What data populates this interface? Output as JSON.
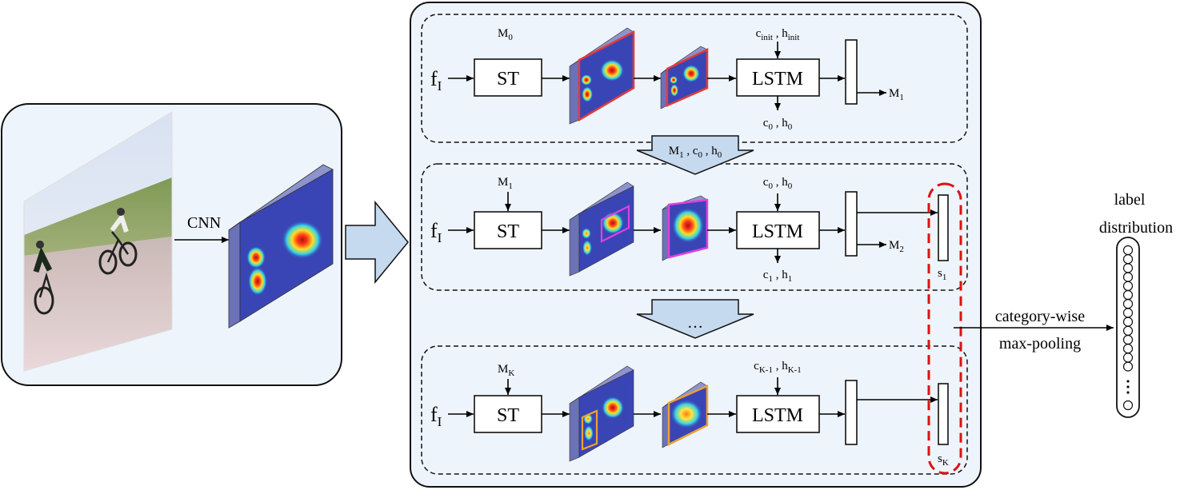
{
  "input_label": "CNN",
  "rows": [
    {
      "f_base": "f",
      "f_sub": "I",
      "m_in_base": "M",
      "m_in_sub": "0",
      "st": "ST",
      "lstm": "LSTM",
      "state_in": [
        {
          "b": "c",
          "s": "init"
        },
        {
          "b": "h",
          "s": "init"
        }
      ],
      "state_out": [
        {
          "b": "c",
          "s": "0"
        },
        {
          "b": "h",
          "s": "0"
        }
      ],
      "m_out_base": "M",
      "m_out_sub": "1"
    },
    {
      "f_base": "f",
      "f_sub": "I",
      "m_in_base": "M",
      "m_in_sub": "1",
      "st": "ST",
      "lstm": "LSTM",
      "state_in": [
        {
          "b": "c",
          "s": "0"
        },
        {
          "b": "h",
          "s": "0"
        }
      ],
      "state_out": [
        {
          "b": "c",
          "s": "1"
        },
        {
          "b": "h",
          "s": "1"
        }
      ],
      "m_out_base": "M",
      "m_out_sub": "2",
      "s_base": "s",
      "s_sub": "1"
    },
    {
      "f_base": "f",
      "f_sub": "I",
      "m_in_base": "M",
      "m_in_sub": "K",
      "st": "ST",
      "lstm": "LSTM",
      "state_in": [
        {
          "b": "c",
          "s": "K-1"
        },
        {
          "b": "h",
          "s": "K-1"
        }
      ],
      "s_base": "s",
      "s_sub": "K"
    }
  ],
  "transition_1": [
    {
      "b": "M",
      "s": "1"
    },
    {
      "b": "c",
      "s": "0"
    },
    {
      "b": "h",
      "s": "0"
    }
  ],
  "transition_2": "…",
  "pooling_line1": "category-wise",
  "pooling_line2": "max-pooling",
  "output_line1": "label",
  "output_line2": "distribution",
  "colors": {
    "panel_fill": "#eef4fb",
    "arrow_fill": "#c5d9ef",
    "heat_base": "#3a45b5",
    "frame_red": "#e23b3b",
    "frame_magenta": "#e040e0",
    "frame_orange": "#f0a030",
    "dashed_red": "#dd1111"
  }
}
